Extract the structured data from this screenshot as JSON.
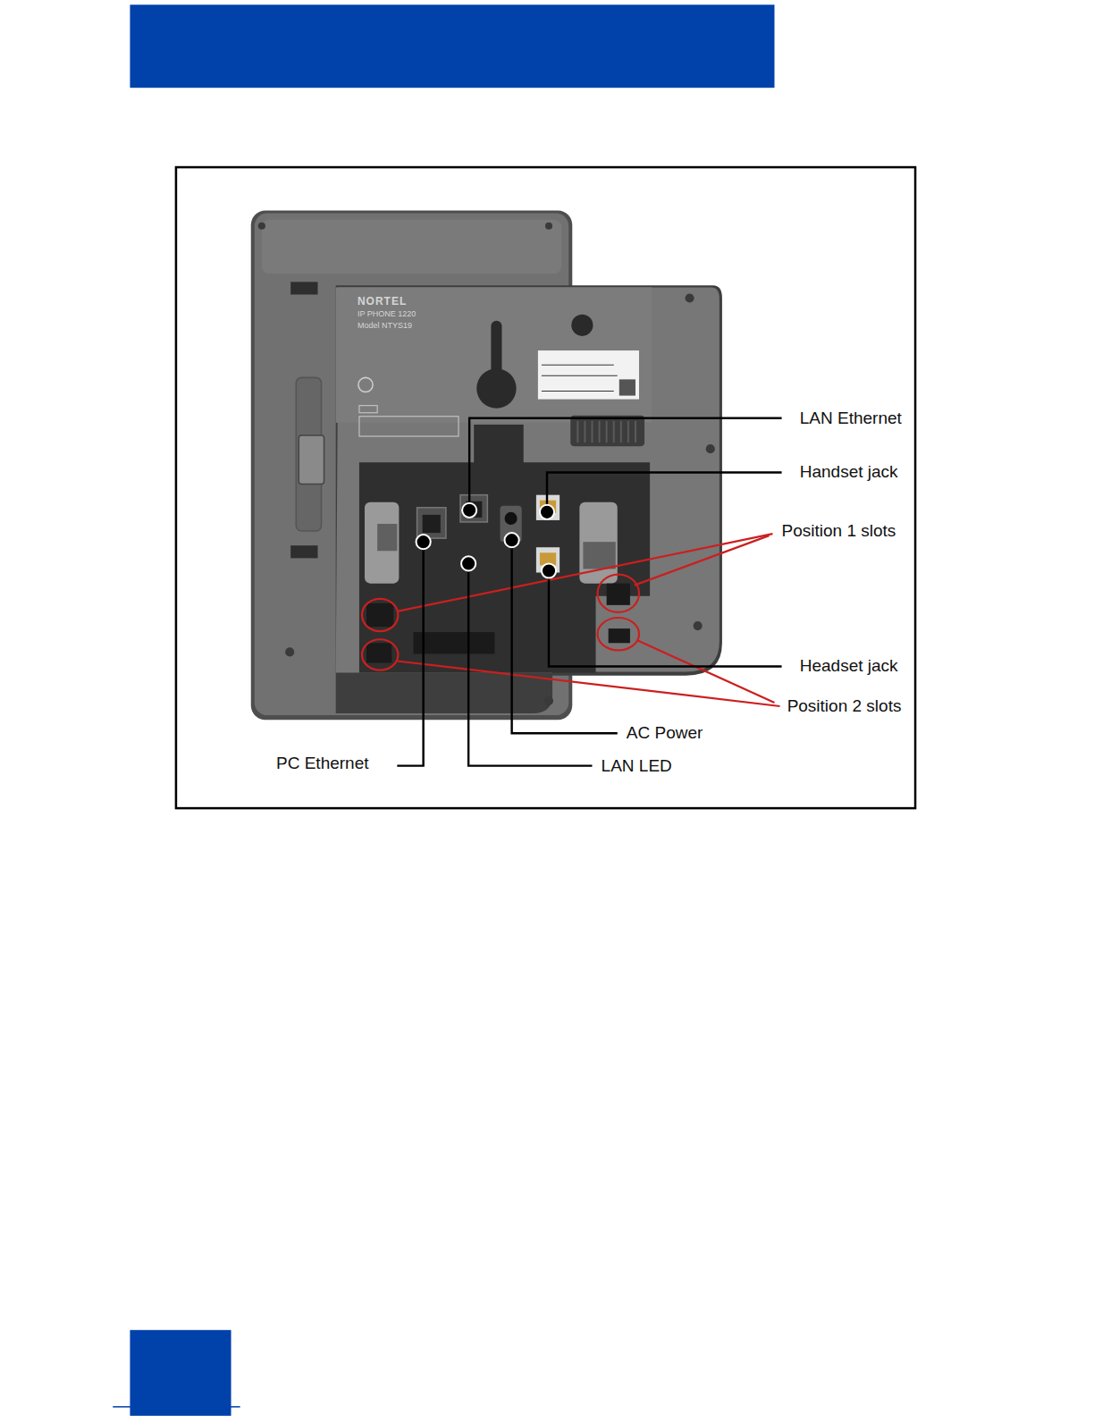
{
  "diagram": {
    "labels": [
      "NORTEL",
      "IP PHONE 1220",
      "Model NTYS19",
      "LAN Ethernet",
      "Handset jack",
      "Position 1 slots",
      "Headset jack",
      "Position 2 slots",
      "AC Power",
      "PC Ethernet",
      "LAN LED"
    ]
  }
}
